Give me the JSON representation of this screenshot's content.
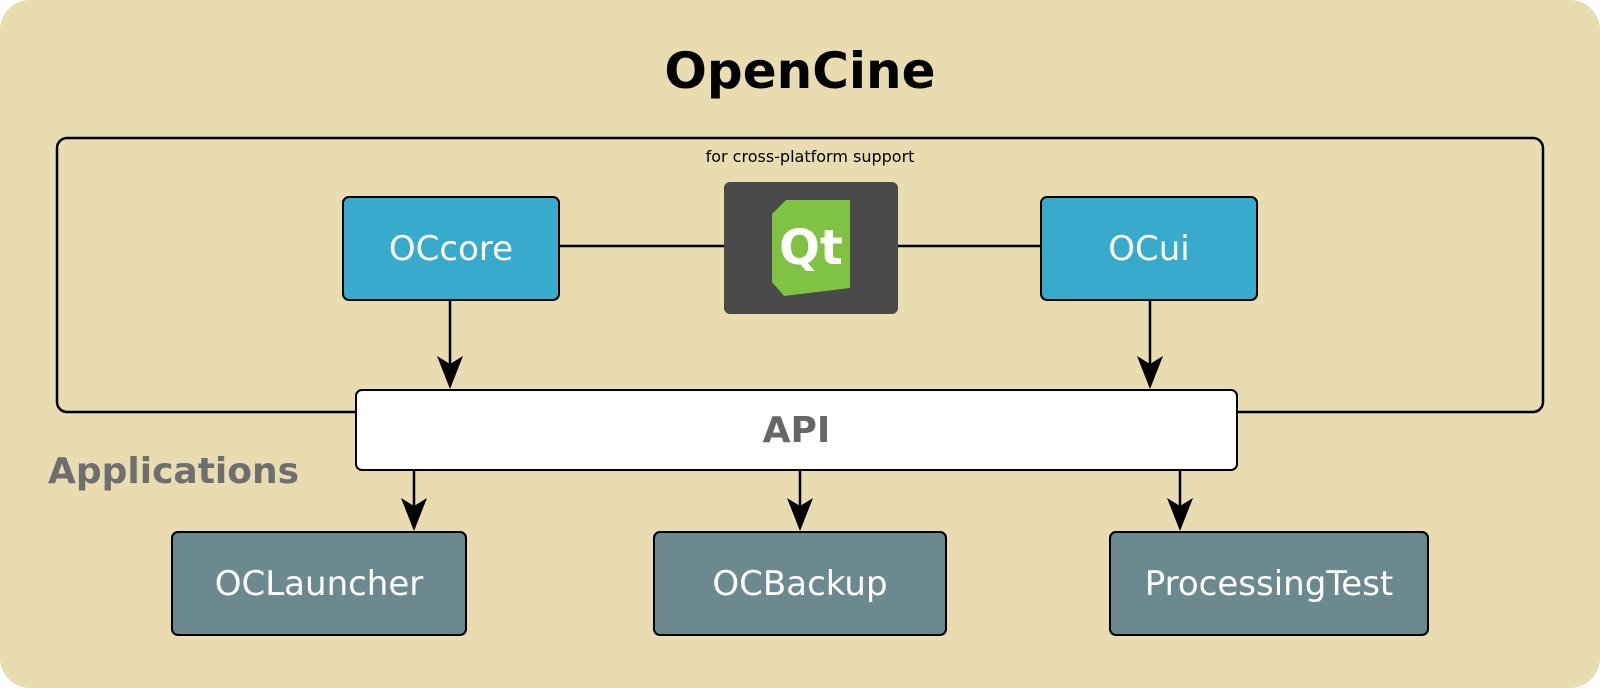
{
  "title": "OpenCine",
  "subtitle": "for cross-platform support",
  "side_label": "Applications",
  "modules": {
    "core": "OCcore",
    "ui": "OCui",
    "qt": "Qt"
  },
  "api_label": "API",
  "apps": [
    "OCLauncher",
    "OCBackup",
    "ProcessingTest"
  ],
  "colors": {
    "background": "#e8dcb0",
    "module_fill": "#38aacb",
    "app_fill": "#6d8990",
    "qt_tile": "#4a4a4a",
    "qt_logo": "#80c342",
    "api_text": "#666666"
  }
}
